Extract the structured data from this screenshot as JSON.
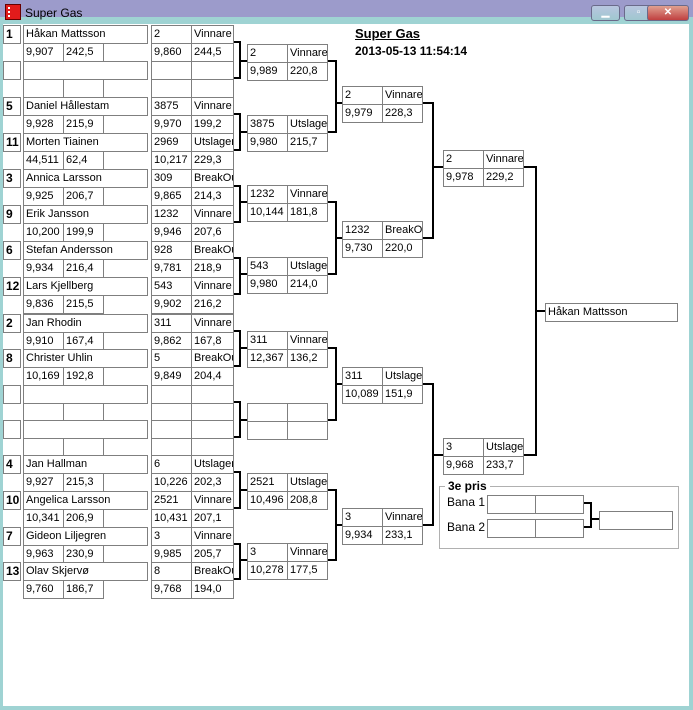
{
  "window": {
    "title": "Super Gas",
    "buttons": [
      "minimize",
      "maximize",
      "close"
    ]
  },
  "header": {
    "title": "Super Gas",
    "datetime": "2013-05-13 11:54:14"
  },
  "round1": [
    {
      "seed": "1",
      "name": "Håkan Mattsson",
      "t1": "9,907",
      "t2": "242,5",
      "r": [
        "2",
        "Vinnare",
        "9,860",
        "244,5"
      ]
    },
    {
      "seed": "",
      "name": "",
      "t1": "",
      "t2": "",
      "r": [
        "",
        "",
        "",
        ""
      ]
    },
    {
      "seed": "5",
      "name": "Daniel Hållestam",
      "t1": "9,928",
      "t2": "215,9",
      "r": [
        "3875",
        "Vinnare",
        "9,970",
        "199,2"
      ]
    },
    {
      "seed": "11",
      "name": "Morten Tiainen",
      "t1": "44,511",
      "t2": "62,4",
      "r": [
        "2969",
        "Utslagen",
        "10,217",
        "229,3"
      ]
    },
    {
      "seed": "3",
      "name": "Annica Larsson",
      "t1": "9,925",
      "t2": "206,7",
      "r": [
        "309",
        "BreakOut",
        "9,865",
        "214,3"
      ]
    },
    {
      "seed": "9",
      "name": "Erik Jansson",
      "t1": "10,200",
      "t2": "199,9",
      "r": [
        "1232",
        "Vinnare",
        "9,946",
        "207,6"
      ]
    },
    {
      "seed": "6",
      "name": "Stefan Andersson",
      "t1": "9,934",
      "t2": "216,4",
      "r": [
        "928",
        "BreakOut",
        "9,781",
        "218,9"
      ]
    },
    {
      "seed": "12",
      "name": "Lars Kjellberg",
      "t1": "9,836",
      "t2": "215,5",
      "r": [
        "543",
        "Vinnare",
        "9,902",
        "216,2"
      ]
    },
    {
      "seed": "2",
      "name": "Jan Rhodin",
      "t1": "9,910",
      "t2": "167,4",
      "r": [
        "311",
        "Vinnare",
        "9,862",
        "167,8"
      ]
    },
    {
      "seed": "8",
      "name": "Christer Uhlin",
      "t1": "10,169",
      "t2": "192,8",
      "r": [
        "5",
        "BreakOut",
        "9,849",
        "204,4"
      ]
    },
    {
      "seed": "",
      "name": "",
      "t1": "",
      "t2": "",
      "r": [
        "",
        "",
        "",
        ""
      ]
    },
    {
      "seed": "",
      "name": "",
      "t1": "",
      "t2": "",
      "r": [
        "",
        "",
        "",
        ""
      ]
    },
    {
      "seed": "4",
      "name": "Jan Hallman",
      "t1": "9,927",
      "t2": "215,3",
      "r": [
        "6",
        "Utslagen",
        "10,226",
        "202,3"
      ]
    },
    {
      "seed": "10",
      "name": "Angelica Larsson",
      "t1": "10,341",
      "t2": "206,9",
      "r": [
        "2521",
        "Vinnare",
        "10,431",
        "207,1"
      ]
    },
    {
      "seed": "7",
      "name": "Gideon Liljegren",
      "t1": "9,963",
      "t2": "230,9",
      "r": [
        "3",
        "Vinnare",
        "9,985",
        "205,7"
      ]
    },
    {
      "seed": "13",
      "name": "Olav Skjervø",
      "t1": "9,760",
      "t2": "186,7",
      "r": [
        "8",
        "BreakOut",
        "9,768",
        "194,0"
      ]
    }
  ],
  "round2": [
    [
      "2",
      "Vinnare",
      "9,989",
      "220,8"
    ],
    [
      "3875",
      "Utslagen",
      "9,980",
      "215,7"
    ],
    [
      "1232",
      "Vinnare",
      "10,144",
      "181,8"
    ],
    [
      "543",
      "Utslagen",
      "9,980",
      "214,0"
    ],
    [
      "311",
      "Vinnare",
      "12,367",
      "136,2"
    ],
    [
      "",
      "",
      "",
      ""
    ],
    [
      "2521",
      "Utslagen",
      "10,496",
      "208,8"
    ],
    [
      "3",
      "Vinnare",
      "10,278",
      "177,5"
    ]
  ],
  "round3": [
    [
      "2",
      "Vinnare",
      "9,979",
      "228,3"
    ],
    [
      "1232",
      "BreakOut",
      "9,730",
      "220,0"
    ],
    [
      "311",
      "Utslagen",
      "10,089",
      "151,9"
    ],
    [
      "3",
      "Vinnare",
      "9,934",
      "233,1"
    ]
  ],
  "round4": [
    [
      "2",
      "Vinnare",
      "9,978",
      "229,2"
    ],
    [
      "3",
      "Utslagen",
      "9,968",
      "233,7"
    ]
  ],
  "final": {
    "winner": "Håkan Mattsson"
  },
  "third_place": {
    "label": "3e pris",
    "lane1": "Bana 1",
    "lane2": "Bana 2",
    "lane1_values": [
      "",
      ""
    ],
    "lane2_values": [
      "",
      ""
    ],
    "result": ""
  }
}
